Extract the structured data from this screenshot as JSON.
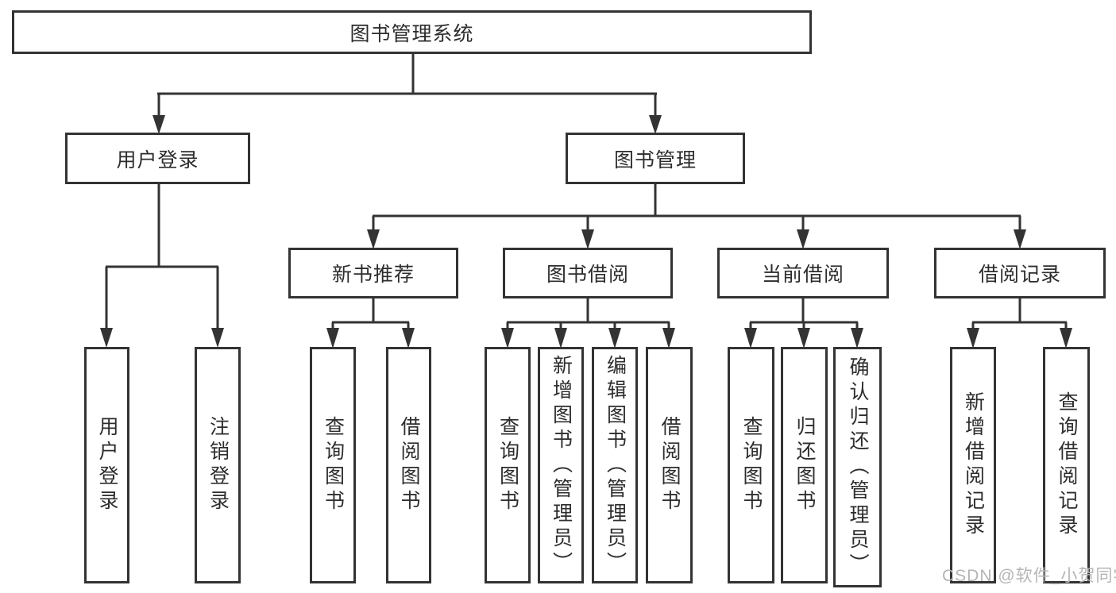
{
  "diagram": {
    "background": "#ffffff",
    "line_color": "#333333",
    "text_color": "#2d2d2d",
    "nodes": {
      "root": {
        "label": "图书管理系统"
      },
      "level2": {
        "user_login": {
          "label": "用户登录"
        },
        "book_management": {
          "label": "图书管理"
        }
      },
      "level3": {
        "new_book_recommendation": {
          "label": "新书推荐"
        },
        "book_borrowing": {
          "label": "图书借阅"
        },
        "current_borrowing": {
          "label": "当前借阅"
        },
        "borrowing_records": {
          "label": "借阅记录"
        }
      },
      "leaves": {
        "login": {
          "label": "用户登录"
        },
        "logout": {
          "label": "注销登录"
        },
        "nb_query_books": {
          "label": "查询图书"
        },
        "nb_borrow_books": {
          "label": "借阅图书"
        },
        "bb_query_books": {
          "label": "查询图书"
        },
        "bb_add_books": {
          "label": "新增图书（管理员）"
        },
        "bb_edit_books": {
          "label": "编辑图书（管理员）"
        },
        "bb_borrow_books": {
          "label": "借阅图书"
        },
        "cb_query_books": {
          "label": "查询图书"
        },
        "cb_return_books": {
          "label": "归还图书"
        },
        "cb_confirm_return": {
          "label": "确认归还（管理员）"
        },
        "br_add_record": {
          "label": "新增借阅记录"
        },
        "br_query_record": {
          "label": "查询借阅记录"
        }
      }
    },
    "watermark": {
      "text": "CSDN @软件_小贺同学",
      "color": "#b5b5b5"
    }
  }
}
